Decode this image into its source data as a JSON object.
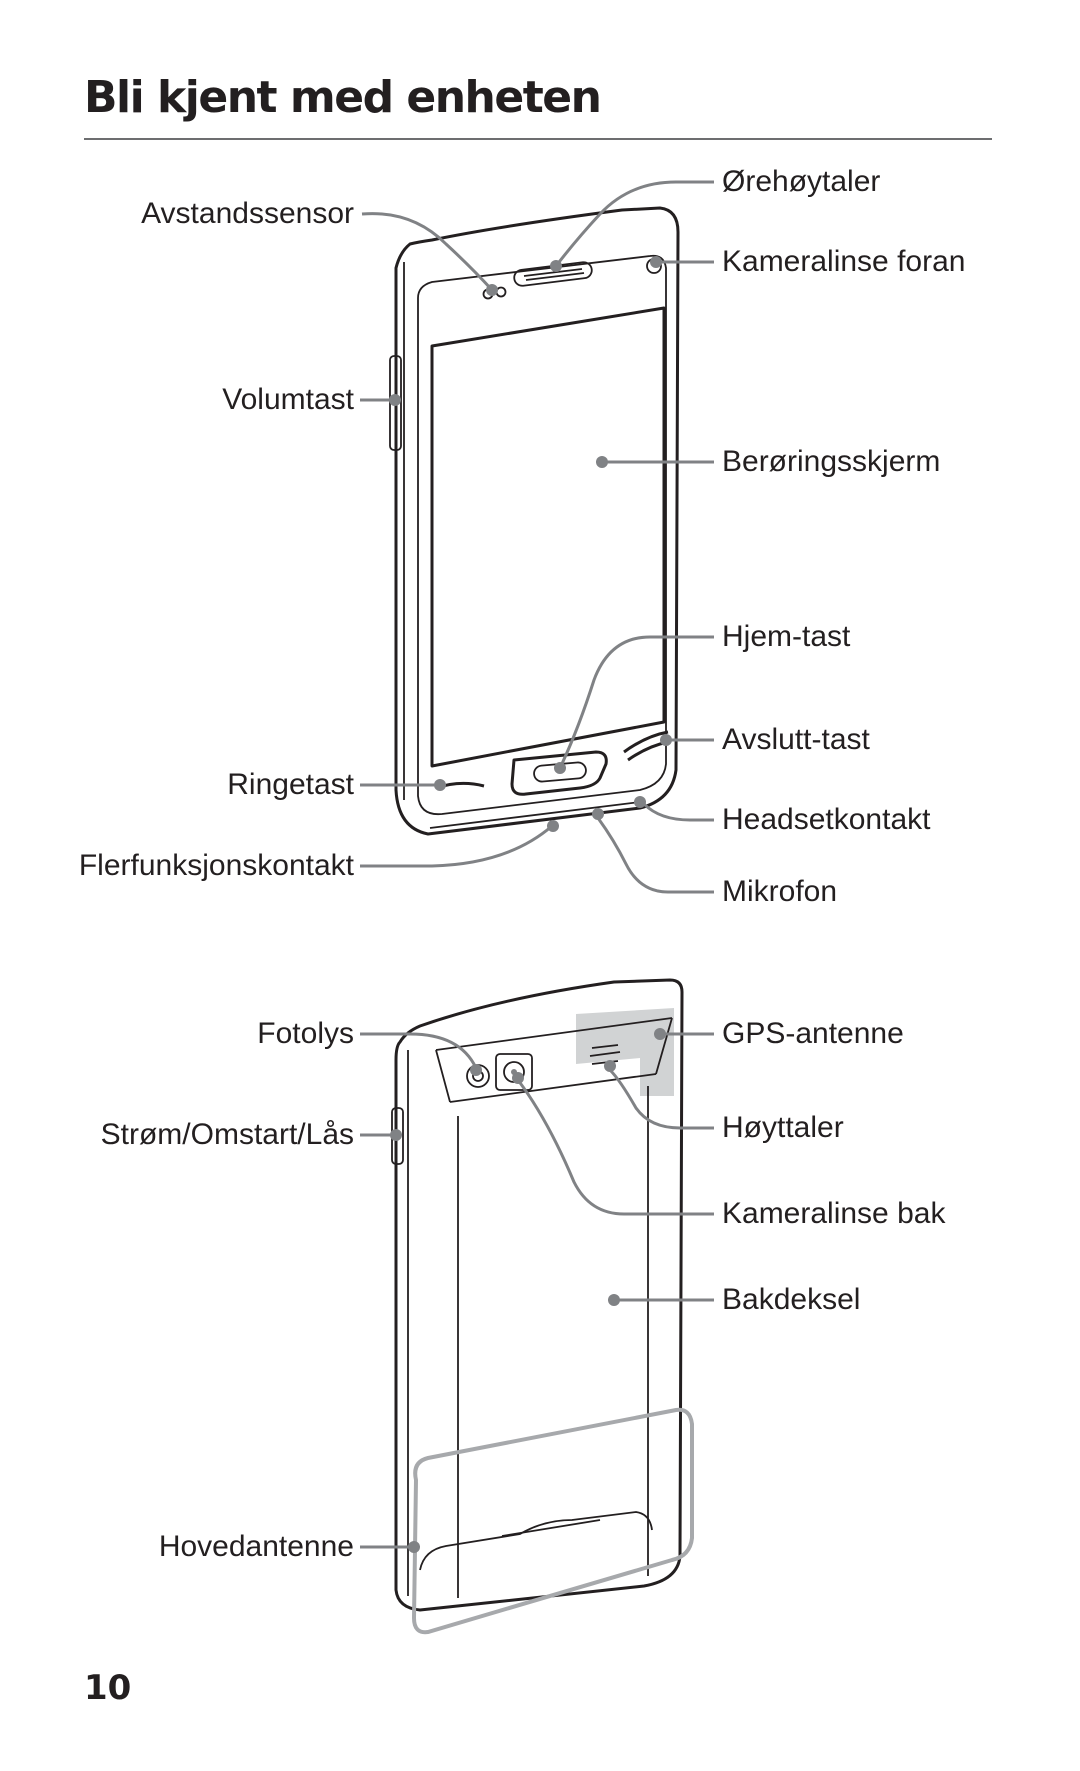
{
  "page": {
    "title": "Bli kjent med enheten",
    "page_number": "10"
  },
  "front_labels": {
    "earpiece": "Ørehøytaler",
    "proximity_sensor": "Avstandssensor",
    "front_camera": "Kameralinse foran",
    "volume_key": "Volumtast",
    "touchscreen": "Berøringsskjerm",
    "home_key": "Hjem-tast",
    "end_key": "Avslutt-tast",
    "call_key": "Ringetast",
    "headset_jack": "Headsetkontakt",
    "multifunction_jack": "Flerfunksjonskontakt",
    "microphone": "Mikrofon"
  },
  "back_labels": {
    "flash": "Fotolys",
    "gps_antenna": "GPS-antenne",
    "power_key": "Strøm/Omstart/Lås",
    "speaker": "Høyttaler",
    "rear_camera": "Kameralinse bak",
    "back_cover": "Bakdeksel",
    "main_antenna": "Hovedantenne"
  },
  "illustrations": {
    "front_icon": "phone-front-icon",
    "back_icon": "phone-back-icon"
  }
}
